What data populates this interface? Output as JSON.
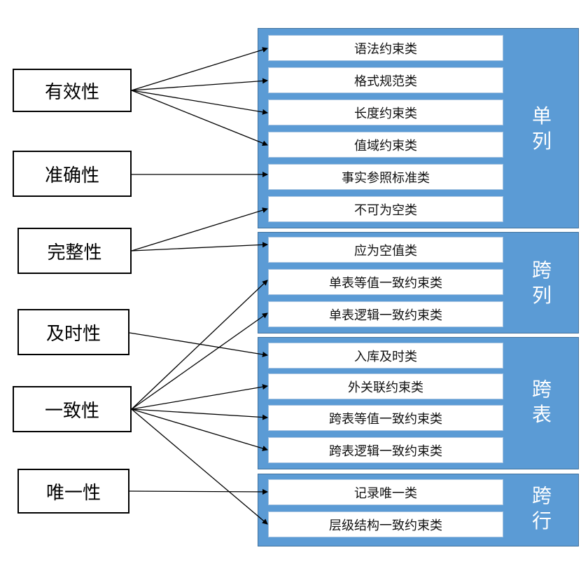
{
  "dimensions": {
    "validity": "有效性",
    "accuracy": "准确性",
    "completeness": "完整性",
    "timeliness": "及时性",
    "consistency": "一致性",
    "uniqueness": "唯一性"
  },
  "groups": {
    "single_column": {
      "label": "单\n列"
    },
    "cross_column": {
      "label": "跨\n列"
    },
    "cross_table": {
      "label": "跨\n表"
    },
    "cross_row": {
      "label": "跨\n行"
    }
  },
  "categories": {
    "syntax": "语法约束类",
    "format": "格式规范类",
    "length": "长度约束类",
    "value_range": "值域约束类",
    "fact_reference": "事实参照标准类",
    "not_null": "不可为空类",
    "should_be_null": "应为空值类",
    "single_table_equal": "单表等值一致约束类",
    "single_table_logic": "单表逻辑一致约束类",
    "timely_storage": "入库及时类",
    "foreign_key": "外关联约束类",
    "cross_table_equal": "跨表等值一致约束类",
    "cross_table_logic": "跨表逻辑一致约束类",
    "record_unique": "记录唯一类",
    "hierarchy_consistent": "层级结构一致约束类"
  },
  "colors": {
    "group_fill": "#5b9bd5",
    "box_border": "#000000",
    "arrow": "#000000"
  }
}
